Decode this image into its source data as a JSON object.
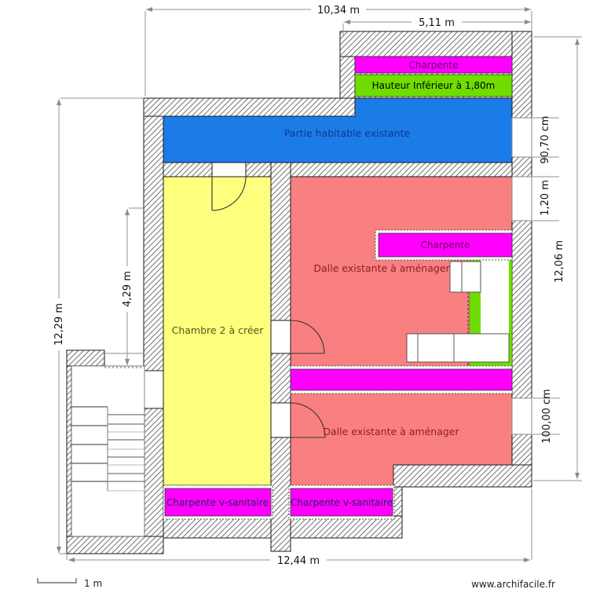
{
  "rooms": {
    "partie_habitable": {
      "label": "Partie habitable existante",
      "fill": "#1b7ce8",
      "text_color": "#10368f"
    },
    "chambre2": {
      "label": "Chambre 2 à créer",
      "fill": "#feff7d",
      "text_color": "#55551e"
    },
    "dalle_upper": {
      "label": "Dalle existante à aménager",
      "fill": "#f98080",
      "text_color": "#8b2020"
    },
    "dalle_lower": {
      "label": "Dalle existante à aménager",
      "fill": "#f98080",
      "text_color": "#8b2020"
    }
  },
  "bands": {
    "charpente_top": {
      "label": "Charpente",
      "fill": "#ff00ff",
      "text_color": "#6a006a"
    },
    "hauteur_inf": {
      "label": "Hauteur Inférieur à 1,80m",
      "fill": "#70dd00",
      "text_color": "#000000"
    },
    "charpente_inner": {
      "label": "Charpente",
      "fill": "#ff00ff",
      "text_color": "#6a006a"
    },
    "vsan_left": {
      "label": "Charpente v-sanitaire",
      "fill": "#ff00ff",
      "text_color": "#26265c"
    },
    "vsan_right": {
      "label": "Charpente v-sanitaire",
      "fill": "#ff00ff",
      "text_color": "#26265c"
    }
  },
  "dimensions": {
    "top_total": "10,34 m",
    "top_right": "5,11 m",
    "left_total": "12,29 m",
    "left_inner": "4,29 m",
    "right_window_top": "90,70 cm",
    "right_window_mid": "1,20 m",
    "right_total": "12,06 m",
    "right_window_bottom": "100,00 cm",
    "bottom_total": "12,44 m"
  },
  "footer": {
    "scale_label": "1 m",
    "website": "www.archifacile.fr"
  },
  "colors": {
    "wall_hatch": "#7a7a7a",
    "wall_edge": "#1a1a1a",
    "dimension_line": "#909090",
    "green_zone": "#70dd00",
    "magenta": "#ff00ff"
  }
}
